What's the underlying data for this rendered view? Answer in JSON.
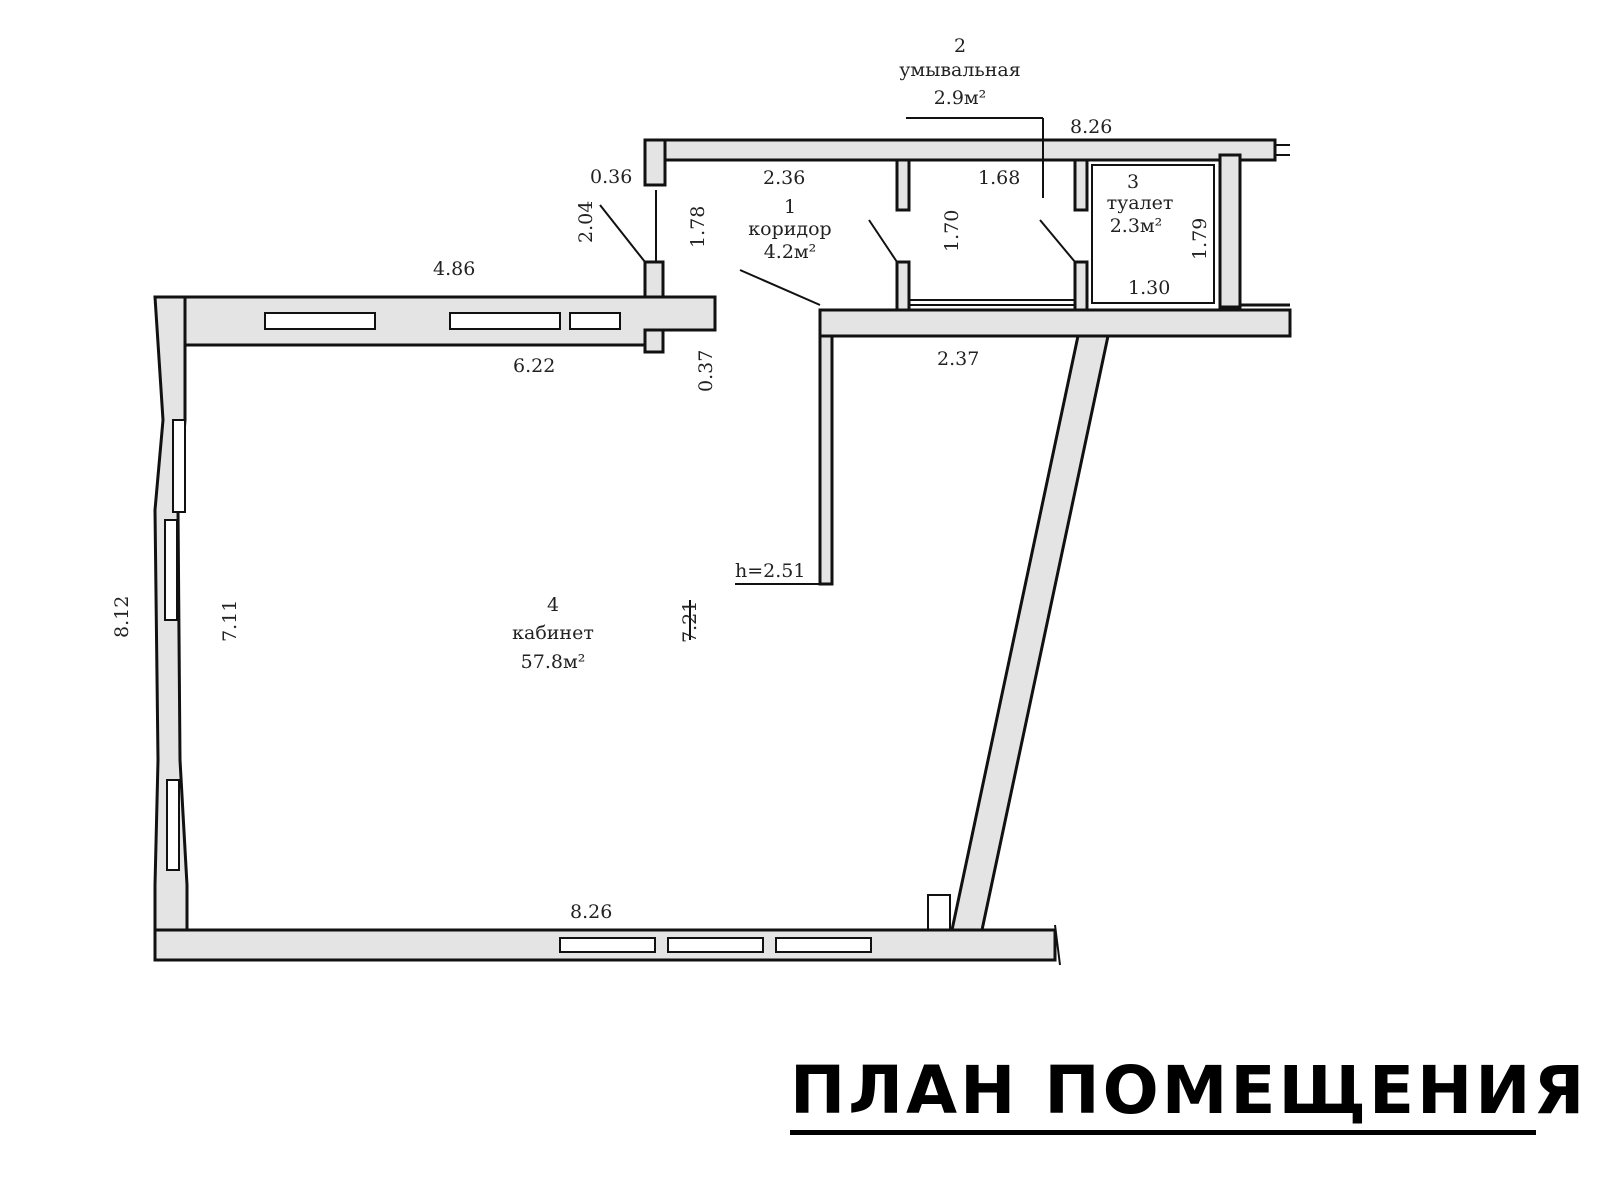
{
  "title": "ПЛАН ПОМЕЩЕНИЯ",
  "rooms": [
    {
      "number": "1",
      "name": "коридор",
      "area": "4.2м²"
    },
    {
      "number": "2",
      "name": "умывальная",
      "area": "2.9м²"
    },
    {
      "number": "3",
      "name": "туалет",
      "area": "2.3м²"
    },
    {
      "number": "4",
      "name": "кабинет",
      "area": "57.8м²"
    }
  ],
  "dimensions": {
    "top_total": "8.26",
    "corridor_width": "2.36",
    "washroom_width": "1.68",
    "toilet_width": "1.30",
    "wall_thickness_top": "0.36",
    "diagonal": "2.04",
    "corridor_depth": "1.78",
    "washroom_depth": "1.70",
    "toilet_depth": "1.79",
    "upper_wall_left": "4.86",
    "office_top": "6.22",
    "wall_thickness_mid": "0.37",
    "partition_width": "2.37",
    "office_left_outer": "8.12",
    "office_left_inner": "7.11",
    "office_center": "7.21",
    "office_bottom": "8.26",
    "ceiling_height": "h=2.51"
  },
  "colors": {
    "wall_fill": "#e4e4e4",
    "line": "#111111",
    "title": "#000000"
  }
}
